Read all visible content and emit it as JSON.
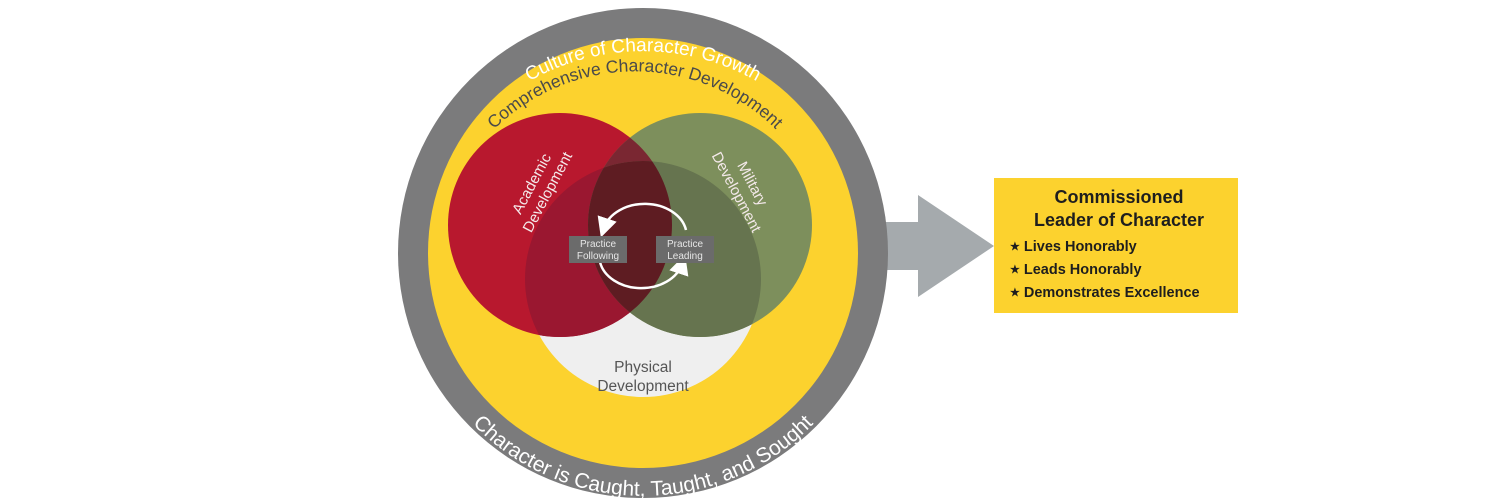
{
  "diagram": {
    "outer_ring_top": "Culture of Character Growth",
    "outer_ring_bottom": "Character is Caught, Taught, and Sought",
    "yellow_ring_top": "Comprehensive Character Development",
    "academic": [
      "Academic",
      "Development"
    ],
    "military": [
      "Military",
      "Development"
    ],
    "physical": [
      "Physical",
      "Development"
    ],
    "practice_following": [
      "Practice",
      "Following"
    ],
    "practice_leading": [
      "Practice",
      "Leading"
    ]
  },
  "outcome": {
    "title": "Commissioned\nLeader of Character",
    "items": [
      "Lives Honorably",
      "Leads Honorably",
      "Demonstrates Excellence"
    ],
    "bullet_icon": "star-icon"
  },
  "colors": {
    "outer_ring": "#7b7b7c",
    "yellow_ring": "#fcd22e",
    "academic": "#b8182e",
    "military": "#7d8f5c",
    "physical": "#efefef",
    "center": "#5e1c22",
    "arrow": "#a5aaad"
  }
}
